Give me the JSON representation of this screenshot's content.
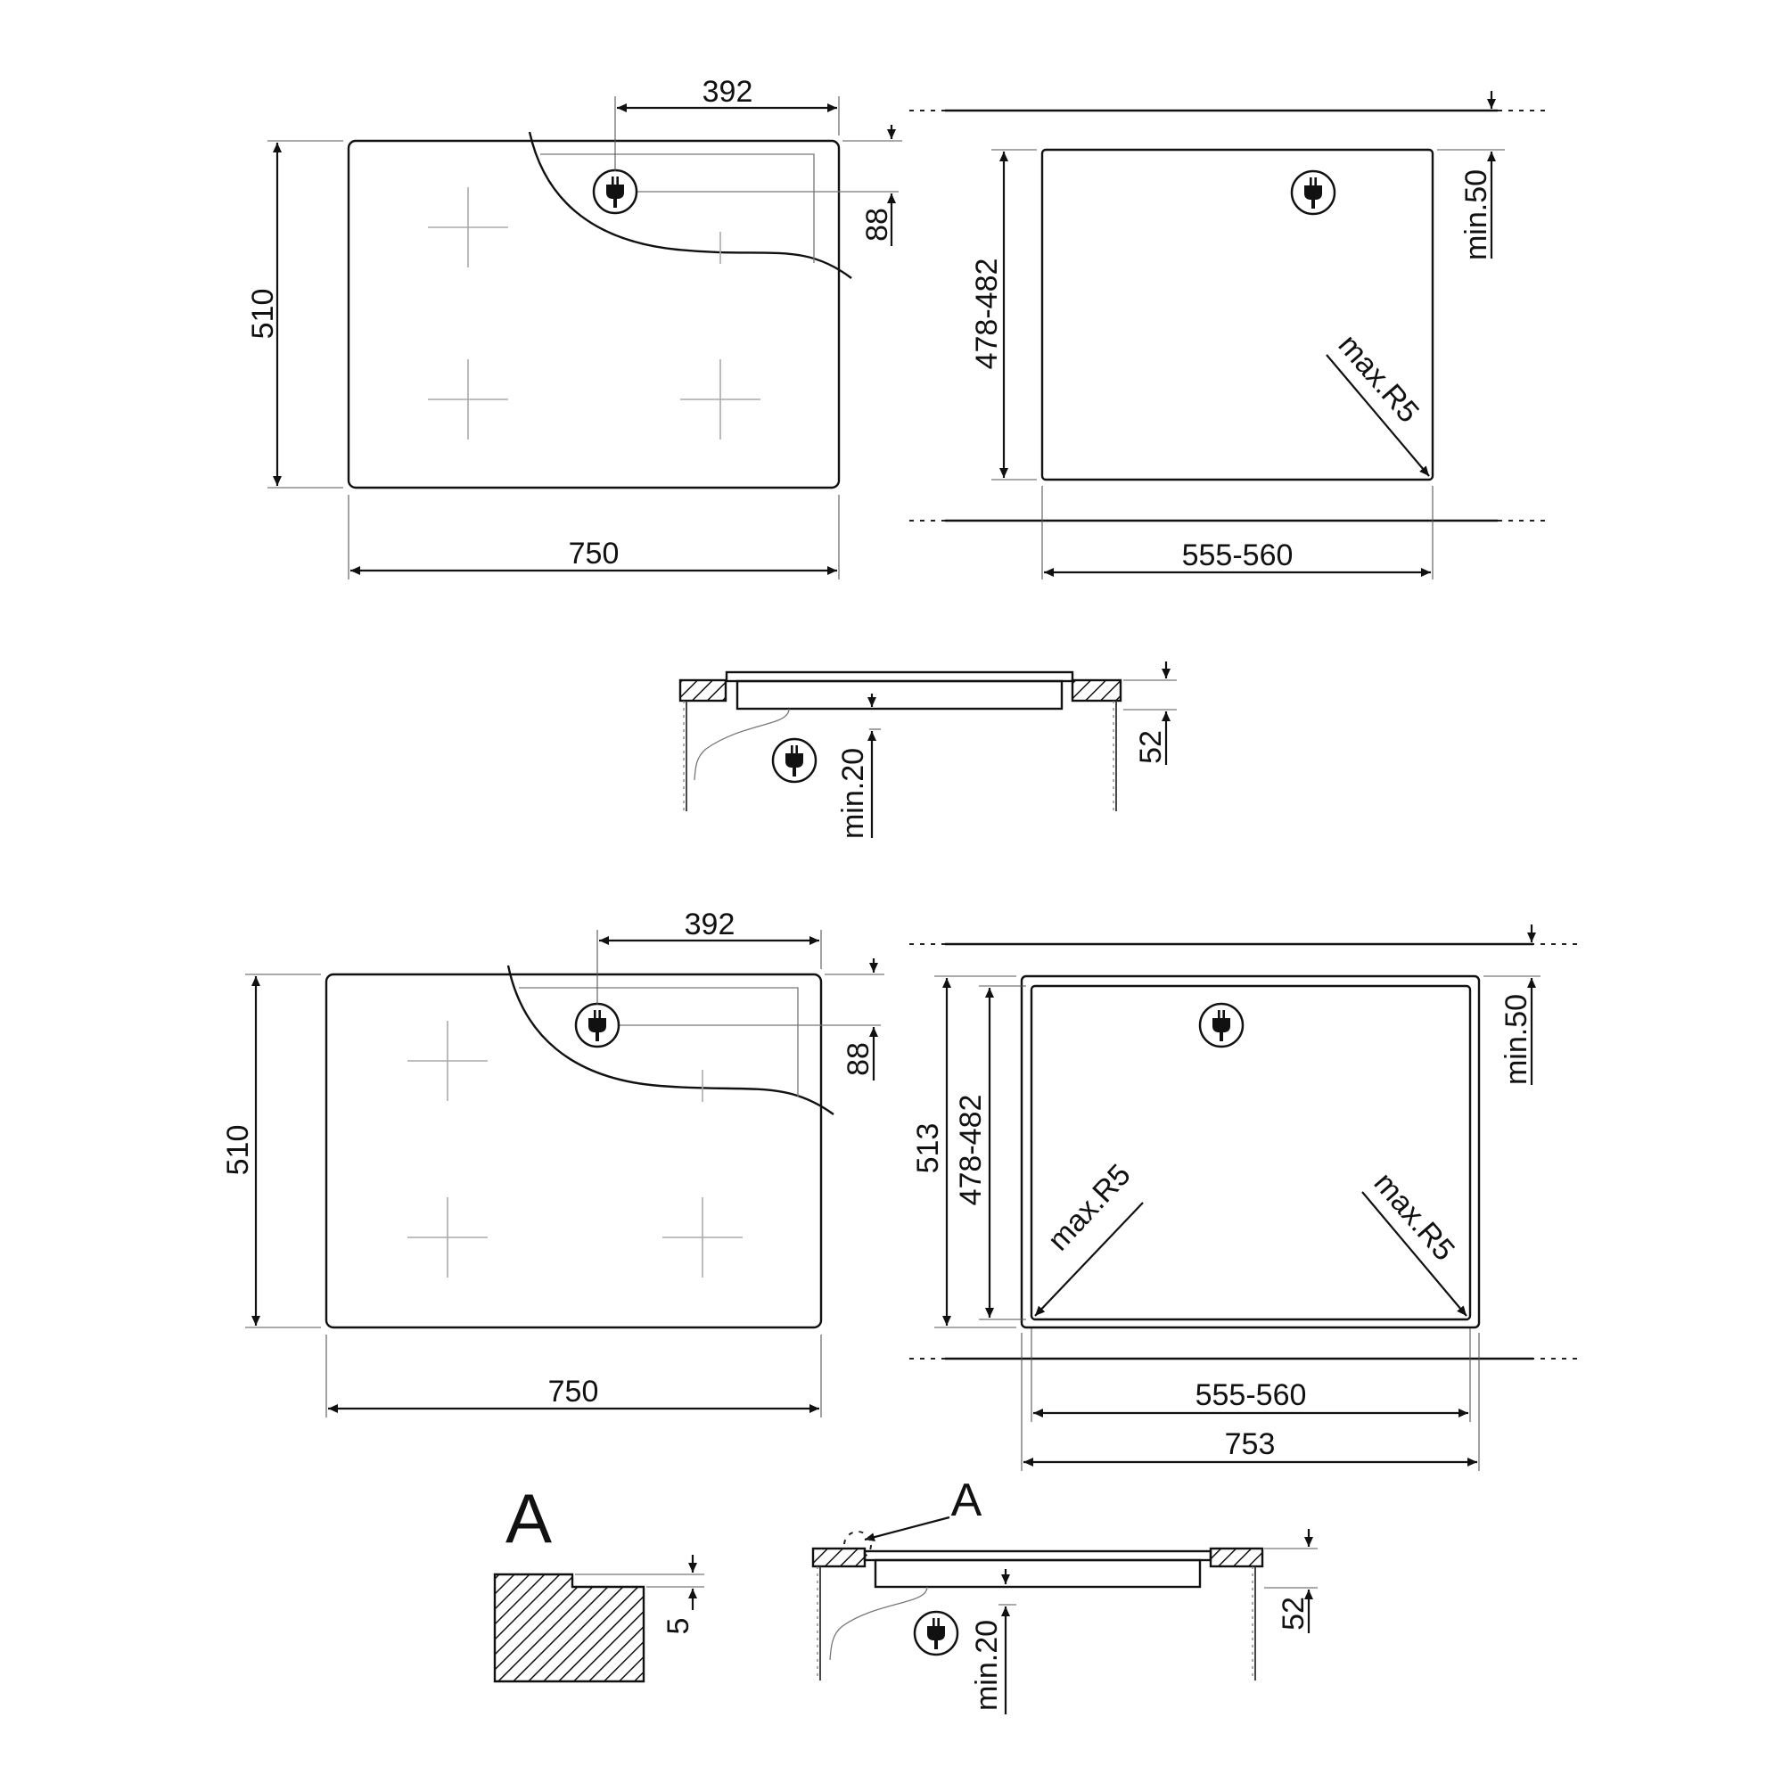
{
  "drawings": {
    "top_plan": {
      "width": "750",
      "depth": "510",
      "socket_x": "392",
      "socket_y": "88"
    },
    "top_cutout": {
      "width": "555-560",
      "depth": "478-482",
      "rear_clearance": "min.50",
      "radius": "max.R5"
    },
    "top_section": {
      "below_clearance": "min.20",
      "thickness": "52"
    },
    "bottom_plan": {
      "width": "750",
      "depth": "510",
      "socket_x": "392",
      "socket_y": "88"
    },
    "bottom_cutout": {
      "inner_width": "555-560",
      "outer_width": "753",
      "inner_depth": "478-482",
      "outer_depth": "513",
      "rear_clearance": "min.50",
      "radius_left": "max.R5",
      "radius_right": "max.R5"
    },
    "detail_a": {
      "title": "A",
      "step_depth": "5"
    },
    "bottom_section": {
      "callout": "A",
      "below_clearance": "min.20",
      "thickness": "52"
    }
  },
  "icons": [
    "plug-icon"
  ]
}
